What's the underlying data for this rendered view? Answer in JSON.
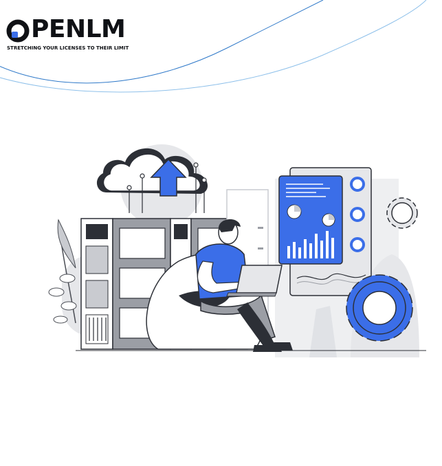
{
  "brand": {
    "name": "OPENLM",
    "name_rest": "PENLM",
    "tagline": "STRETCHING YOUR LICENSES TO THEIR LIMIT",
    "logo_icon": "ring-dot-logo-icon"
  },
  "colors": {
    "accent_blue": "#3b6ee8",
    "dark": "#2c2f36",
    "grey_light": "#e6e7ea",
    "grey_mid": "#c9cbd0",
    "curve_blue": "#2f79c9",
    "curve_light": "#8ec0ea"
  },
  "illustration": {
    "icons": [
      "cloud-upload-icon",
      "server-rack-icon",
      "dashboard-icon",
      "gear-icon",
      "laptop-icon",
      "person-icon",
      "plant-icon"
    ]
  }
}
